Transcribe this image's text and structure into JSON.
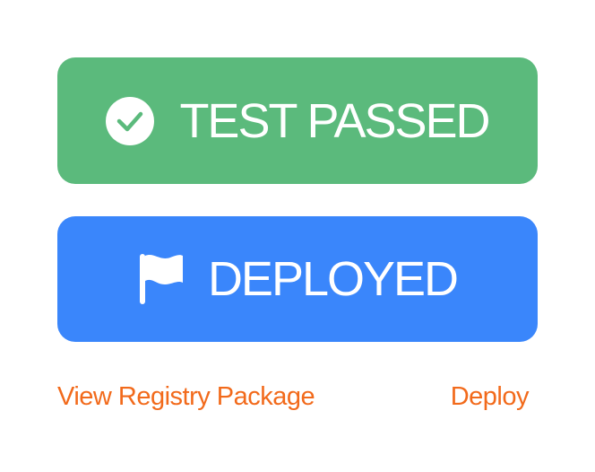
{
  "status_cards": [
    {
      "label": "TEST PASSED",
      "icon": "check-circle-icon",
      "color": "#5bba7c"
    },
    {
      "label": "DEPLOYED",
      "icon": "flag-icon",
      "color": "#3a86fb"
    }
  ],
  "links": {
    "view_registry_package": "View Registry Package",
    "deploy": "Deploy",
    "color": "#f26a1b"
  }
}
